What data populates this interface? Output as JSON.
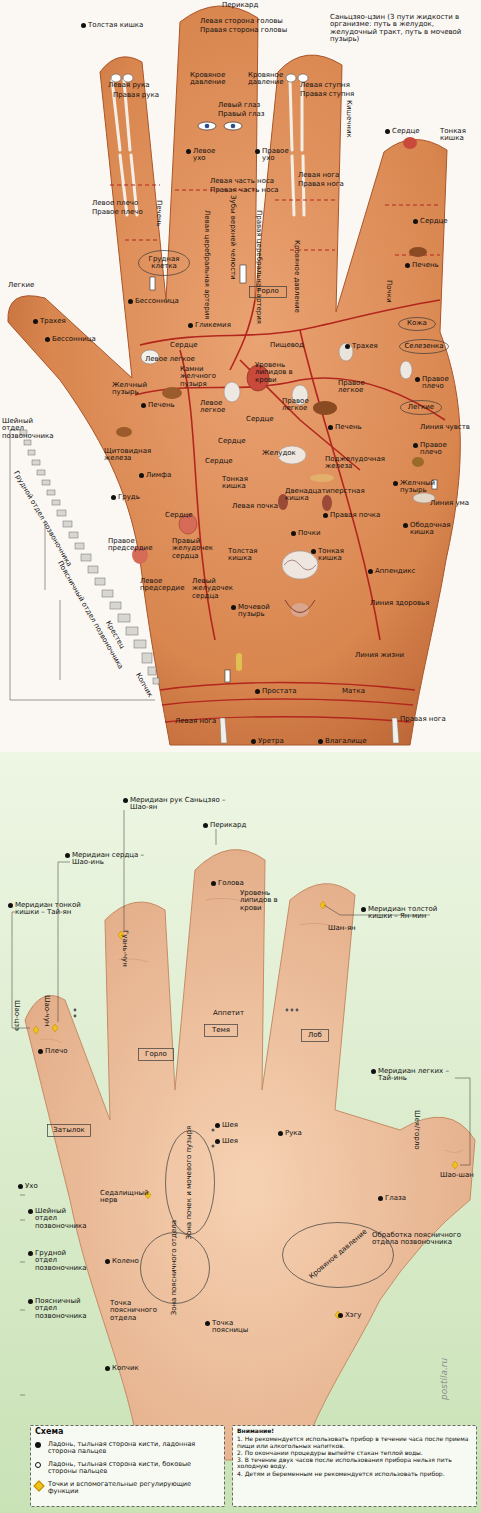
{
  "diagram": {
    "nodes": [
      {
        "text": [
          "Грудная клетка"
        ]
      },
      {
        "text": [
          "Горло"
        ]
      },
      {
        "text": [
          "Кожа"
        ]
      },
      {
        "text": [
          "Селезенка"
        ]
      },
      {
        "text": [
          "Легкие"
        ]
      },
      {
        "text": [
          "Горло"
        ]
      },
      {
        "text": [
          "Затылок"
        ]
      },
      {
        "text": [
          "Темя"
        ]
      },
      {
        "text": [
          "Лоб"
        ]
      },
      {
        "text": [
          "Зона почек и мочевого пузыря"
        ]
      },
      {
        "text": [
          "Зона поясничного отдела"
        ]
      },
      {
        "text": [
          "Кровяное давление"
        ]
      },
      {
        "text": [
          "Схема"
        ]
      },
      {
        "text": [
          "Внимание!",
          "1. Не рекомендуется использовать прибор в течение часа после приема пищи или алкогольных напитков.",
          "2. По окончании процедуры выпейте стакан теплой воды.",
          "3. В течение двух часов после использования прибора нельзя пить холодную воду.",
          "4. Детям и беременным не рекомендуется использовать прибор."
        ]
      }
    ],
    "labels": [
      "Перикард",
      "Толстая кишка",
      "Левая сторона головы",
      "Правая сторона головы",
      "Саньцзяо-цзин (3 пути жидкости в организме: путь в желудок, желудочный тракт, путь в мочевой пузырь)",
      "Левая рука",
      "Правая рука",
      "Кровяное давление",
      "Кровяное давление",
      "Левая ступня",
      "Правая ступня",
      "Левый глаз",
      "Правый глаз",
      "Кишечник",
      "Сердце",
      "Тонкая кишка",
      "Левое ухо",
      "Правое ухо",
      "Левая нога",
      "Правая нога",
      "Левая часть носа",
      "Правая часть носа",
      "Левое плечо",
      "Правое плечо",
      "Печень",
      "Левая церебральная артерия",
      "Зубы верхней челюсти",
      "Правая церебральная артерия",
      "Кровяное давление",
      "Сердце",
      "Печень",
      "Легкие",
      "Бессонница",
      "Трахея",
      "Бессонница",
      "Гликемия",
      "Почки",
      "Трахея",
      "Сердце",
      "Пищевод",
      "Левое легкое",
      "Камни желчного пузыря",
      "Уровень липидов в крови",
      "Правое легкое",
      "Правое плечо",
      "Желчный пузырь",
      "Печень",
      "Левое легкое",
      "Сердце",
      "Правое легкое",
      "Печень",
      "Линия чувств",
      "Правое плечо",
      "Шейный отдел позвоночника",
      "Щитовидная железа",
      "Лимфа",
      "Сердце",
      "Желудок",
      "Поджелудочная железа",
      "Грудь",
      "Сердце",
      "Сердце",
      "Двенадцатиперстная кишка",
      "Желчный пузырь",
      "Линия ума",
      "Левая почка",
      "Правая почка",
      "Тонкая кишка",
      "Почки",
      "Ободочная кишка",
      "Правое предсердие",
      "Правый желудочек сердца",
      "Толстая кишка",
      "Тонкая кишка",
      "Аппендикс",
      "Левое предсердие",
      "Левый желудочек сердца",
      "Мочевой пузырь",
      "Линия здоровья",
      "Грудной отдел позвоночника",
      "Поясничный отдел позвоночника",
      "Крестец",
      "Копчик",
      "Линия жизни",
      "Левая нога",
      "Простата",
      "Матка",
      "Правая нога",
      "Уретра",
      "Влагалище",
      "Меридиан рук Саньцзяо – Шао-ян",
      "Перикард",
      "Меридиан сердца – Шао-инь",
      "Меридиан тонкой кишки – Тай-ян",
      "Меридиан толстой кишки – Ян-мин",
      "Голова",
      "Уровень липидов в крови",
      "Гуань-чун",
      "Шан-ян",
      "Шао-цзэ",
      "Шао-чун",
      "Плечо",
      "Аппетит",
      "Меридиан легких – Тай-инь",
      "Шея",
      "Шея",
      "Рука",
      "Ухо",
      "Седалищный нерв",
      "Шейный отдел позвоночника",
      "Грудной отдел позвоночника",
      "Шея/горло",
      "Шао-шан",
      "Глаза",
      "Обработка поясничного отдела позвоночника",
      "Колено",
      "Поясничный отдел позвоночника",
      "Точка поясничного отдела",
      "Точка поясницы",
      "Хэгу",
      "Копчик",
      "postila.ru"
    ],
    "legend": [
      {
        "text": "Ладонь, тыльная сторона кисти, ладонная сторона пальцев"
      },
      {
        "text": "Ладонь, тыльная сторона кисти, боковые стороны пальцев"
      },
      {
        "text": "Точки и вспомогательные регулирующие функции"
      }
    ]
  }
}
